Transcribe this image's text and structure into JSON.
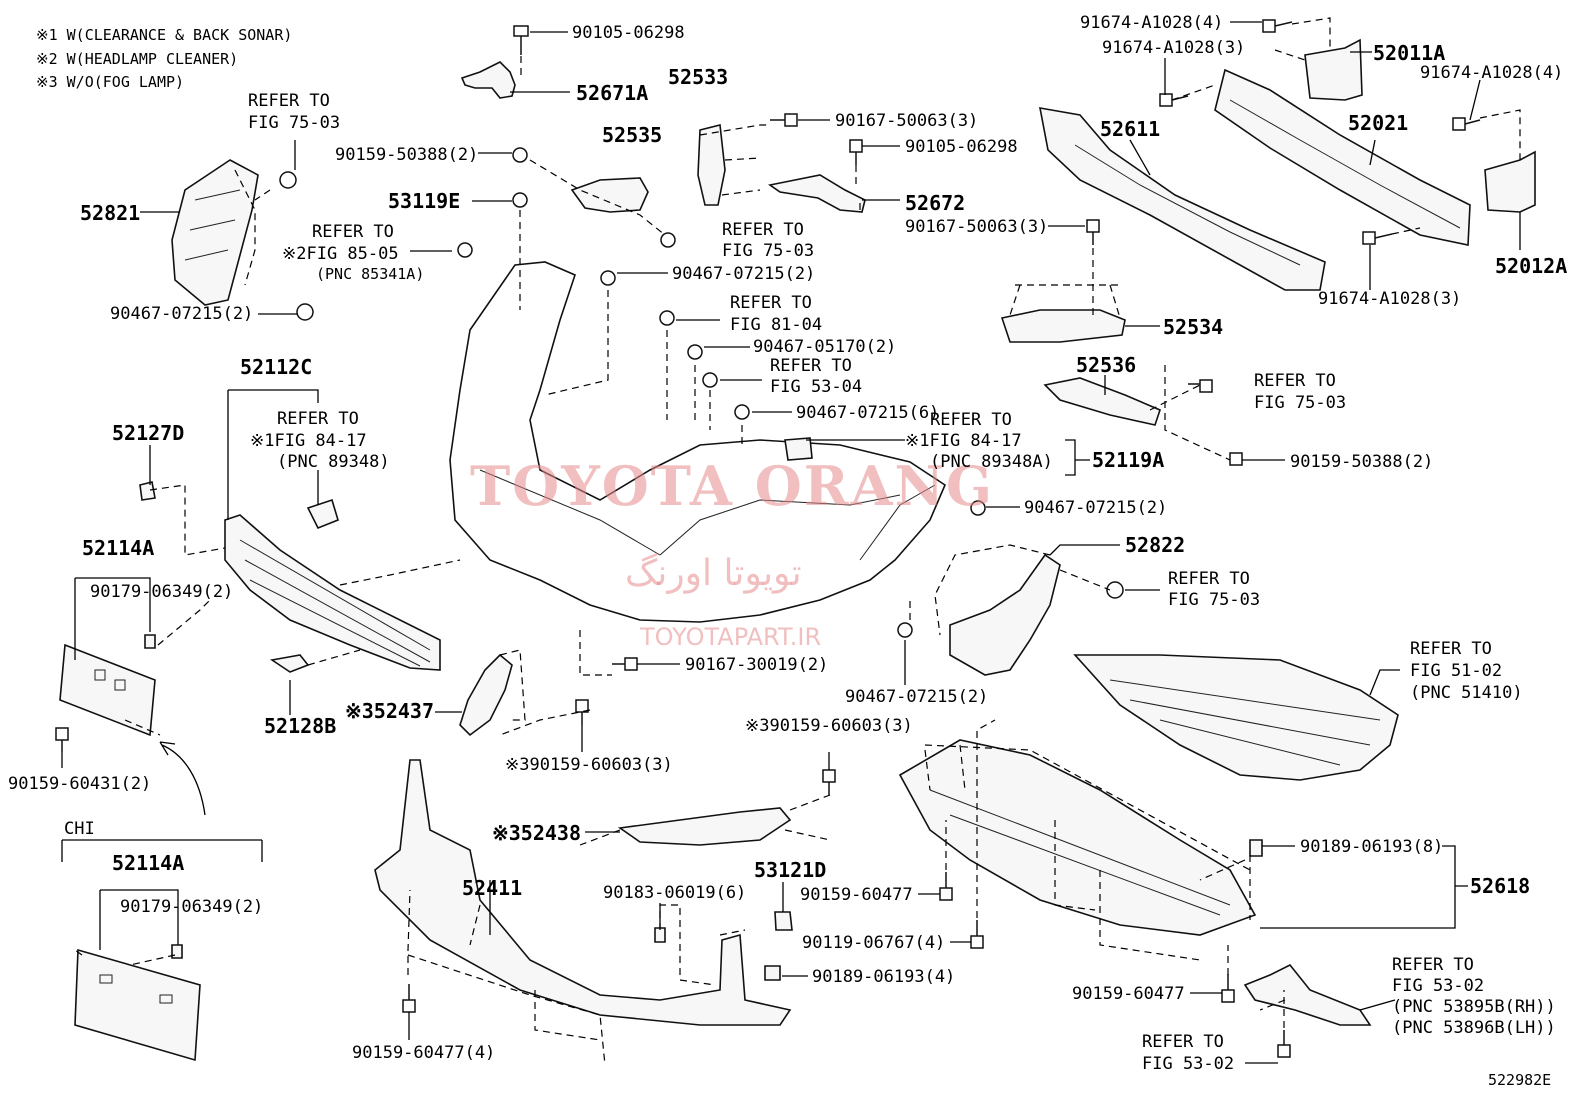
{
  "notes": [
    "※1 W(CLEARANCE & BACK SONAR)",
    "※2 W(HEADLAMP CLEANER)",
    "※3 W/O(FOG LAMP)"
  ],
  "watermark": {
    "brand": "TOYOTA ORANG",
    "farsi": "تویوتا اورنگ",
    "site": "TOYOTAPART.IR"
  },
  "diagram_id": "522982E",
  "chi_label": "CHI",
  "labels": {
    "p90105_top": "90105-06298",
    "p52671A": "52671A",
    "p52533": "52533",
    "p52535": "52535",
    "p90159_50388_l": "90159-50388(2)",
    "p90167_50063_t": "90167-50063(3)",
    "p90105_mid": "90105-06298",
    "p52672": "52672",
    "p90167_50063_m": "90167-50063(3)",
    "p53119E": "53119E",
    "p52821": "52821",
    "refer_75_03_a1": "REFER TO",
    "refer_75_03_a2": "FIG 75-03",
    "refer_85_05_1": "REFER TO",
    "refer_85_05_2": "※2FIG 85-05",
    "refer_85_05_3": "(PNC 85341A)",
    "refer_75_03_b1": "REFER TO",
    "refer_75_03_b2": "FIG 75-03",
    "p90467_07215_a": "90467-07215(2)",
    "p90467_07215_b": "90467-07215(2)",
    "refer_81_04_1": "REFER TO",
    "refer_81_04_2": "FIG 81-04",
    "p90467_05170": "90467-05170(2)",
    "refer_53_04_1": "REFER TO",
    "refer_53_04_2": "FIG 53-04",
    "p90467_07215_c": "90467-07215(6)",
    "p52112C": "52112C",
    "refer_84_17_a1": "REFER TO",
    "refer_84_17_a2": "※1FIG 84-17",
    "refer_84_17_a3": "(PNC 89348)",
    "p52127D": "52127D",
    "refer_84_17_b1": "REFER TO",
    "refer_84_17_b2": "※1FIG 84-17",
    "refer_84_17_b3": "(PNC 89348A)",
    "p52119A": "52119A",
    "p91674_4a": "91674-A1028(4)",
    "p91674_3a": "91674-A1028(3)",
    "p52011A": "52011A",
    "p91674_4b": "91674-A1028(4)",
    "p52611": "52611",
    "p52021": "52021",
    "p52012A": "52012A",
    "p91674_3b": "91674-A1028(3)",
    "p52534": "52534",
    "p52536": "52536",
    "refer_75_03_c1": "REFER TO",
    "refer_75_03_c2": "FIG 75-03",
    "p90159_50388_r": "90159-50388(2)",
    "p90467_07215_d": "90467-07215(2)",
    "p52822": "52822",
    "refer_75_03_d1": "REFER TO",
    "refer_75_03_d2": "FIG 75-03",
    "p52114A_a": "52114A",
    "p90179_a": "90179-06349(2)",
    "p90159_60431": "90159-60431(2)",
    "p52128B": "52128B",
    "p52437": "※352437",
    "p90159_60603_a": "※390159-60603(3)",
    "p90167_30019": "90167-30019(2)",
    "p90467_07215_e": "90467-07215(2)",
    "refer_51_02_1": "REFER TO",
    "refer_51_02_2": "FIG 51-02",
    "refer_51_02_3": "(PNC 51410)",
    "p90159_60603_b": "※390159-60603(3)",
    "p52438": "※352438",
    "p52114A_b": "52114A",
    "p90179_b": "90179-06349(2)",
    "p52411": "52411",
    "p90183": "90183-06019(6)",
    "p53121D": "53121D",
    "p90159_60477_a": "90159-60477",
    "p90119": "90119-06767(4)",
    "p90189_a": "90189-06193(8)",
    "p52618": "52618",
    "p90189_b": "90189-06193(4)",
    "p90159_60477_b": "90159-60477",
    "refer_53_02_a1": "REFER TO",
    "refer_53_02_a2": "FIG 53-02",
    "refer_53_02_a3": "(PNC 53895B(RH))",
    "refer_53_02_a4": "(PNC 53896B(LH))",
    "p90159_60477_c": "90159-60477(4)",
    "refer_53_02_b1": "REFER TO",
    "refer_53_02_b2": "FIG 53-02"
  }
}
